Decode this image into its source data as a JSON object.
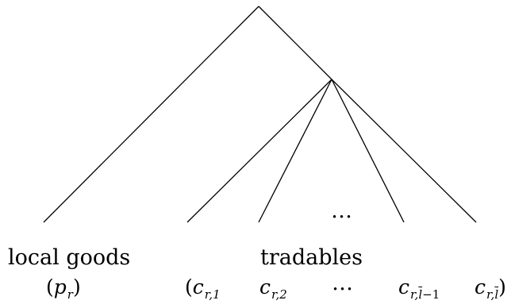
{
  "labels": {
    "local_goods": "local goods",
    "tradables": "tradables",
    "ellipsis_leaves": "…",
    "ellipsis_row": "…"
  },
  "math": {
    "p": "p",
    "p_sub": "r",
    "c": "c",
    "c1_sub": "r,1",
    "c2_sub": "r,2",
    "clm1_sub_r": "r,",
    "clm1_sub_l": "l",
    "clm1_sub_tail": "−1",
    "cl_sub_r": "r,",
    "cl_sub_l": "l"
  },
  "colors": {
    "line": "#000000",
    "text": "#000000",
    "background": "#ffffff"
  }
}
